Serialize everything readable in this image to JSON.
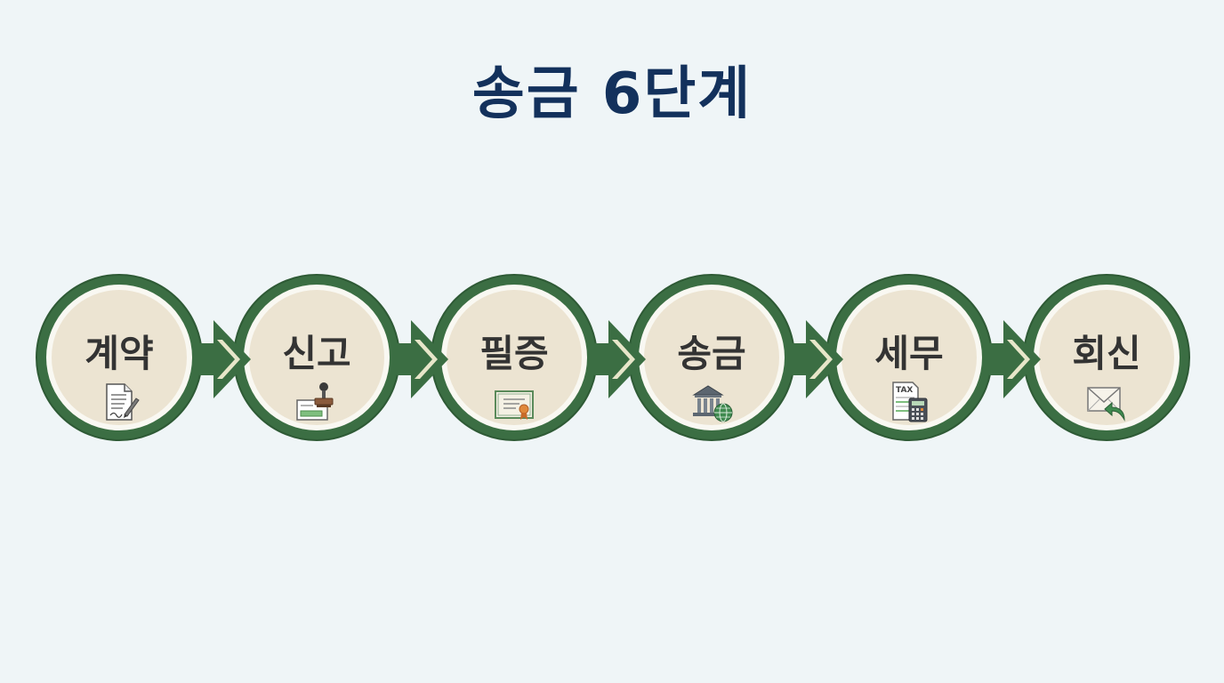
{
  "title": "송금 6단계",
  "colors": {
    "background": "#eff5f7",
    "title": "#13315c",
    "ring": "#3b6e43",
    "circle_fill": "#ece4d2",
    "label": "#333333"
  },
  "steps": [
    {
      "label": "계약",
      "icon": "contract-signing-icon"
    },
    {
      "label": "신고",
      "icon": "stamp-icon"
    },
    {
      "label": "필증",
      "icon": "certificate-icon"
    },
    {
      "label": "송금",
      "icon": "bank-globe-icon"
    },
    {
      "label": "세무",
      "icon": "tax-calculator-icon"
    },
    {
      "label": "회신",
      "icon": "reply-envelope-icon"
    }
  ]
}
